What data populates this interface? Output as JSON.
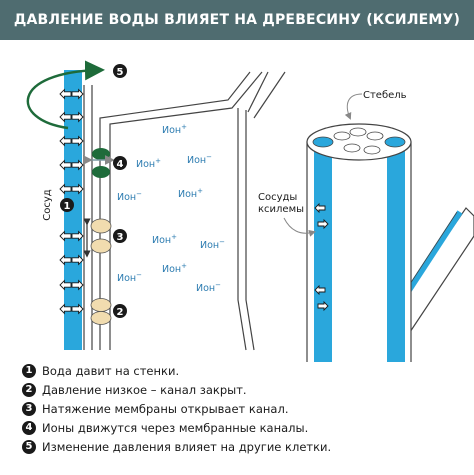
{
  "title": "ДАВЛЕНИЕ ВОДЫ ВЛИЯЕТ НА ДРЕВЕСИНУ (КСИЛЕМУ)",
  "labels": {
    "vessel": "Сосуд",
    "stem": "Стебель",
    "xylem_vessels": [
      "Сосуды",
      "ксилемы"
    ],
    "ion": "Ион"
  },
  "markers": [
    "1",
    "2",
    "3",
    "4",
    "5"
  ],
  "legend": [
    {
      "num": "1",
      "text": "Вода давит на стенки."
    },
    {
      "num": "2",
      "text": "Давление низкое – канал закрыт."
    },
    {
      "num": "3",
      "text": "Натяжение мембраны открывает канал."
    },
    {
      "num": "4",
      "text": "Ионы движутся через мембранные каналы."
    },
    {
      "num": "5",
      "text": "Изменение давления влияет на другие клетки."
    }
  ],
  "colors": {
    "header": "#4f6c70",
    "vessel": "#2aa7dc",
    "channel_open": "#1e6b3a",
    "channel_closed": "#f1dcaf",
    "arrow": "#1e6b3a",
    "ion_text": "#2b7bb0"
  },
  "icons": [
    "double-arrow-icon",
    "curved-arrow-icon",
    "channel-icon"
  ]
}
